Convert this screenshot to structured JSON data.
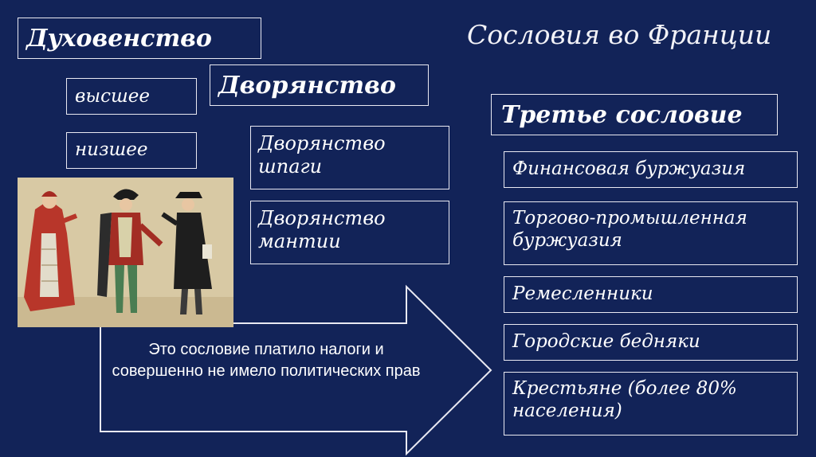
{
  "title": "Сословия во Франции",
  "clergy": {
    "label": "Духовенство",
    "higher": "высшее",
    "lower": "низшее"
  },
  "nobility": {
    "label": "Дворянство",
    "sword": "Дворянство\nшпаги",
    "robe": "Дворянство\nмантии"
  },
  "third_estate": {
    "label": "Третье сословие",
    "groups": [
      "Финансовая буржуазия",
      "Торгово-промышленная\nбуржуазия",
      "Ремесленники",
      "Городские бедняки",
      "Крестьяне (более 80%\nнаселения)"
    ]
  },
  "arrow_text": "Это сословие платило налоги и совершенно не имело политических прав",
  "colors": {
    "background": "#122358",
    "box_border": "#e9e9f2",
    "text": "#ffffff"
  }
}
